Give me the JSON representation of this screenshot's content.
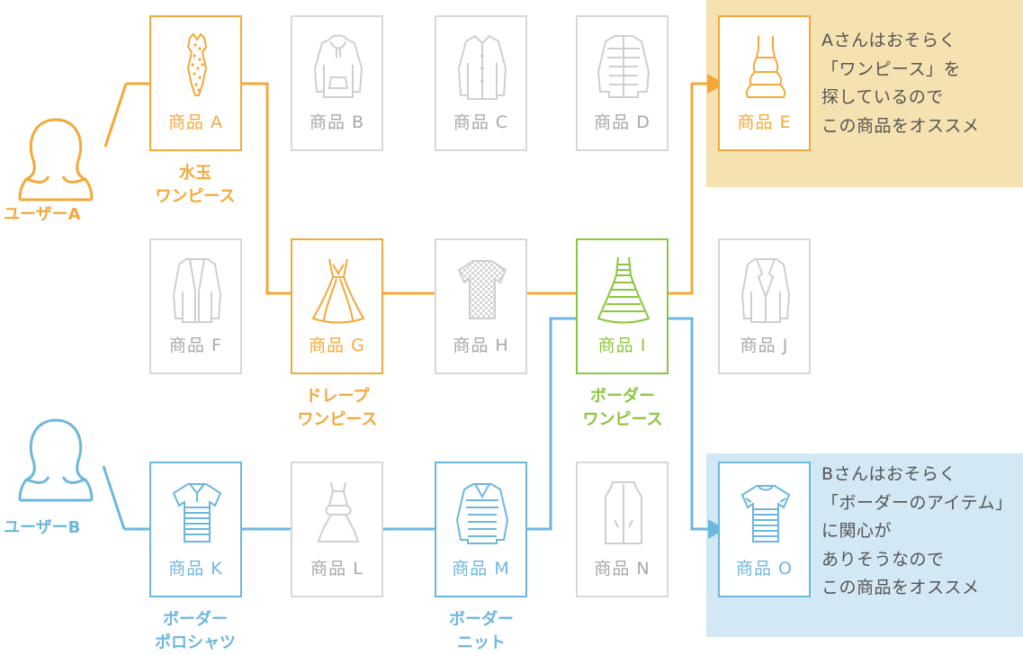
{
  "notes": {
    "a": "Aさんはおそらく\n「ワンピース」を\n探しているので\nこの商品をオススメ",
    "b": "Bさんはおそらく\n「ボーダーのアイテム」\nに関心が\nありそうなので\nこの商品をオススメ"
  },
  "users": {
    "a": "ユーザーA",
    "b": "ユーザーB"
  },
  "products": {
    "a": "商品 A",
    "b": "商品 B",
    "c": "商品 C",
    "d": "商品 D",
    "e": "商品 E",
    "f": "商品 F",
    "g": "商品 G",
    "h": "商品 H",
    "i": "商品 I",
    "j": "商品 J",
    "k": "商品 K",
    "l": "商品 L",
    "m": "商品 M",
    "n": "商品 N",
    "o": "商品 O"
  },
  "captions": {
    "a": "水玉\nワンピース",
    "g": "ドレープ\nワンピース",
    "i": "ボーダー\nワンピース",
    "k": "ボーダー\nポロシャツ",
    "m": "ボーダー\nニット"
  },
  "colors": {
    "orange": "#f3a93a",
    "green": "#8cc63e",
    "blue": "#6cb7de",
    "gray": "#d8d8d8",
    "note_a_bg": "#f6e2b0",
    "note_b_bg": "#d2e8f4"
  },
  "icons": {
    "a": "polka-dot-dress-icon",
    "b": "hoodie-icon",
    "c": "shirt-icon",
    "d": "down-jacket-icon",
    "e": "ruffle-dress-icon",
    "f": "cardigan-icon",
    "g": "drape-dress-icon",
    "h": "checked-tshirt-icon",
    "i": "striped-dress-icon",
    "j": "blazer-icon",
    "k": "striped-polo-icon",
    "l": "peplum-dress-icon",
    "m": "striped-knit-icon",
    "n": "vest-icon",
    "o": "striped-tshirt-icon"
  }
}
